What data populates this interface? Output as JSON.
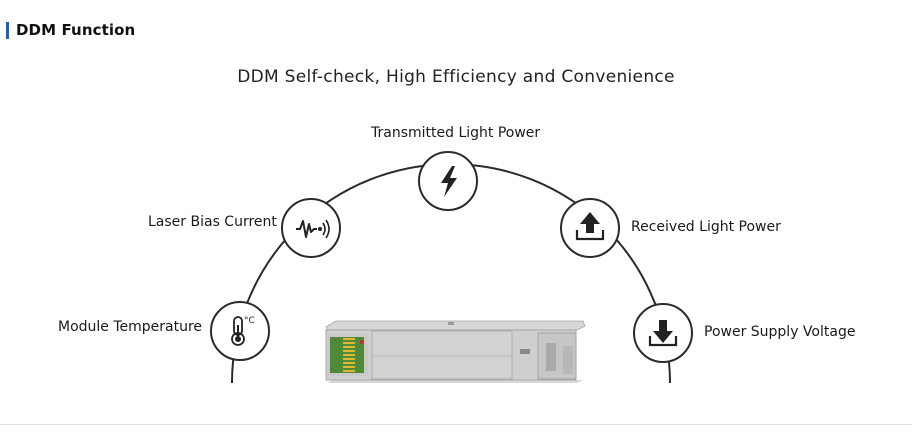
{
  "section": {
    "title": "DDM Function",
    "accent_color": "#1f5fb4"
  },
  "heading": "DDM Self-check, High Efficiency and Convenience",
  "features": {
    "transmitted_light_power": {
      "label": "Transmitted Light Power",
      "icon": "lightning-bolt-icon"
    },
    "laser_bias_current": {
      "label": "Laser Bias Current",
      "icon": "waveform-icon"
    },
    "received_light_power": {
      "label": "Received Light Power",
      "icon": "upload-arrow-icon"
    },
    "module_temperature": {
      "label": "Module Temperature",
      "icon": "thermometer-icon",
      "unit": "°C"
    },
    "power_supply_voltage": {
      "label": "Power Supply Voltage",
      "icon": "download-arrow-icon"
    }
  },
  "product_image": "sfp-transceiver-module"
}
